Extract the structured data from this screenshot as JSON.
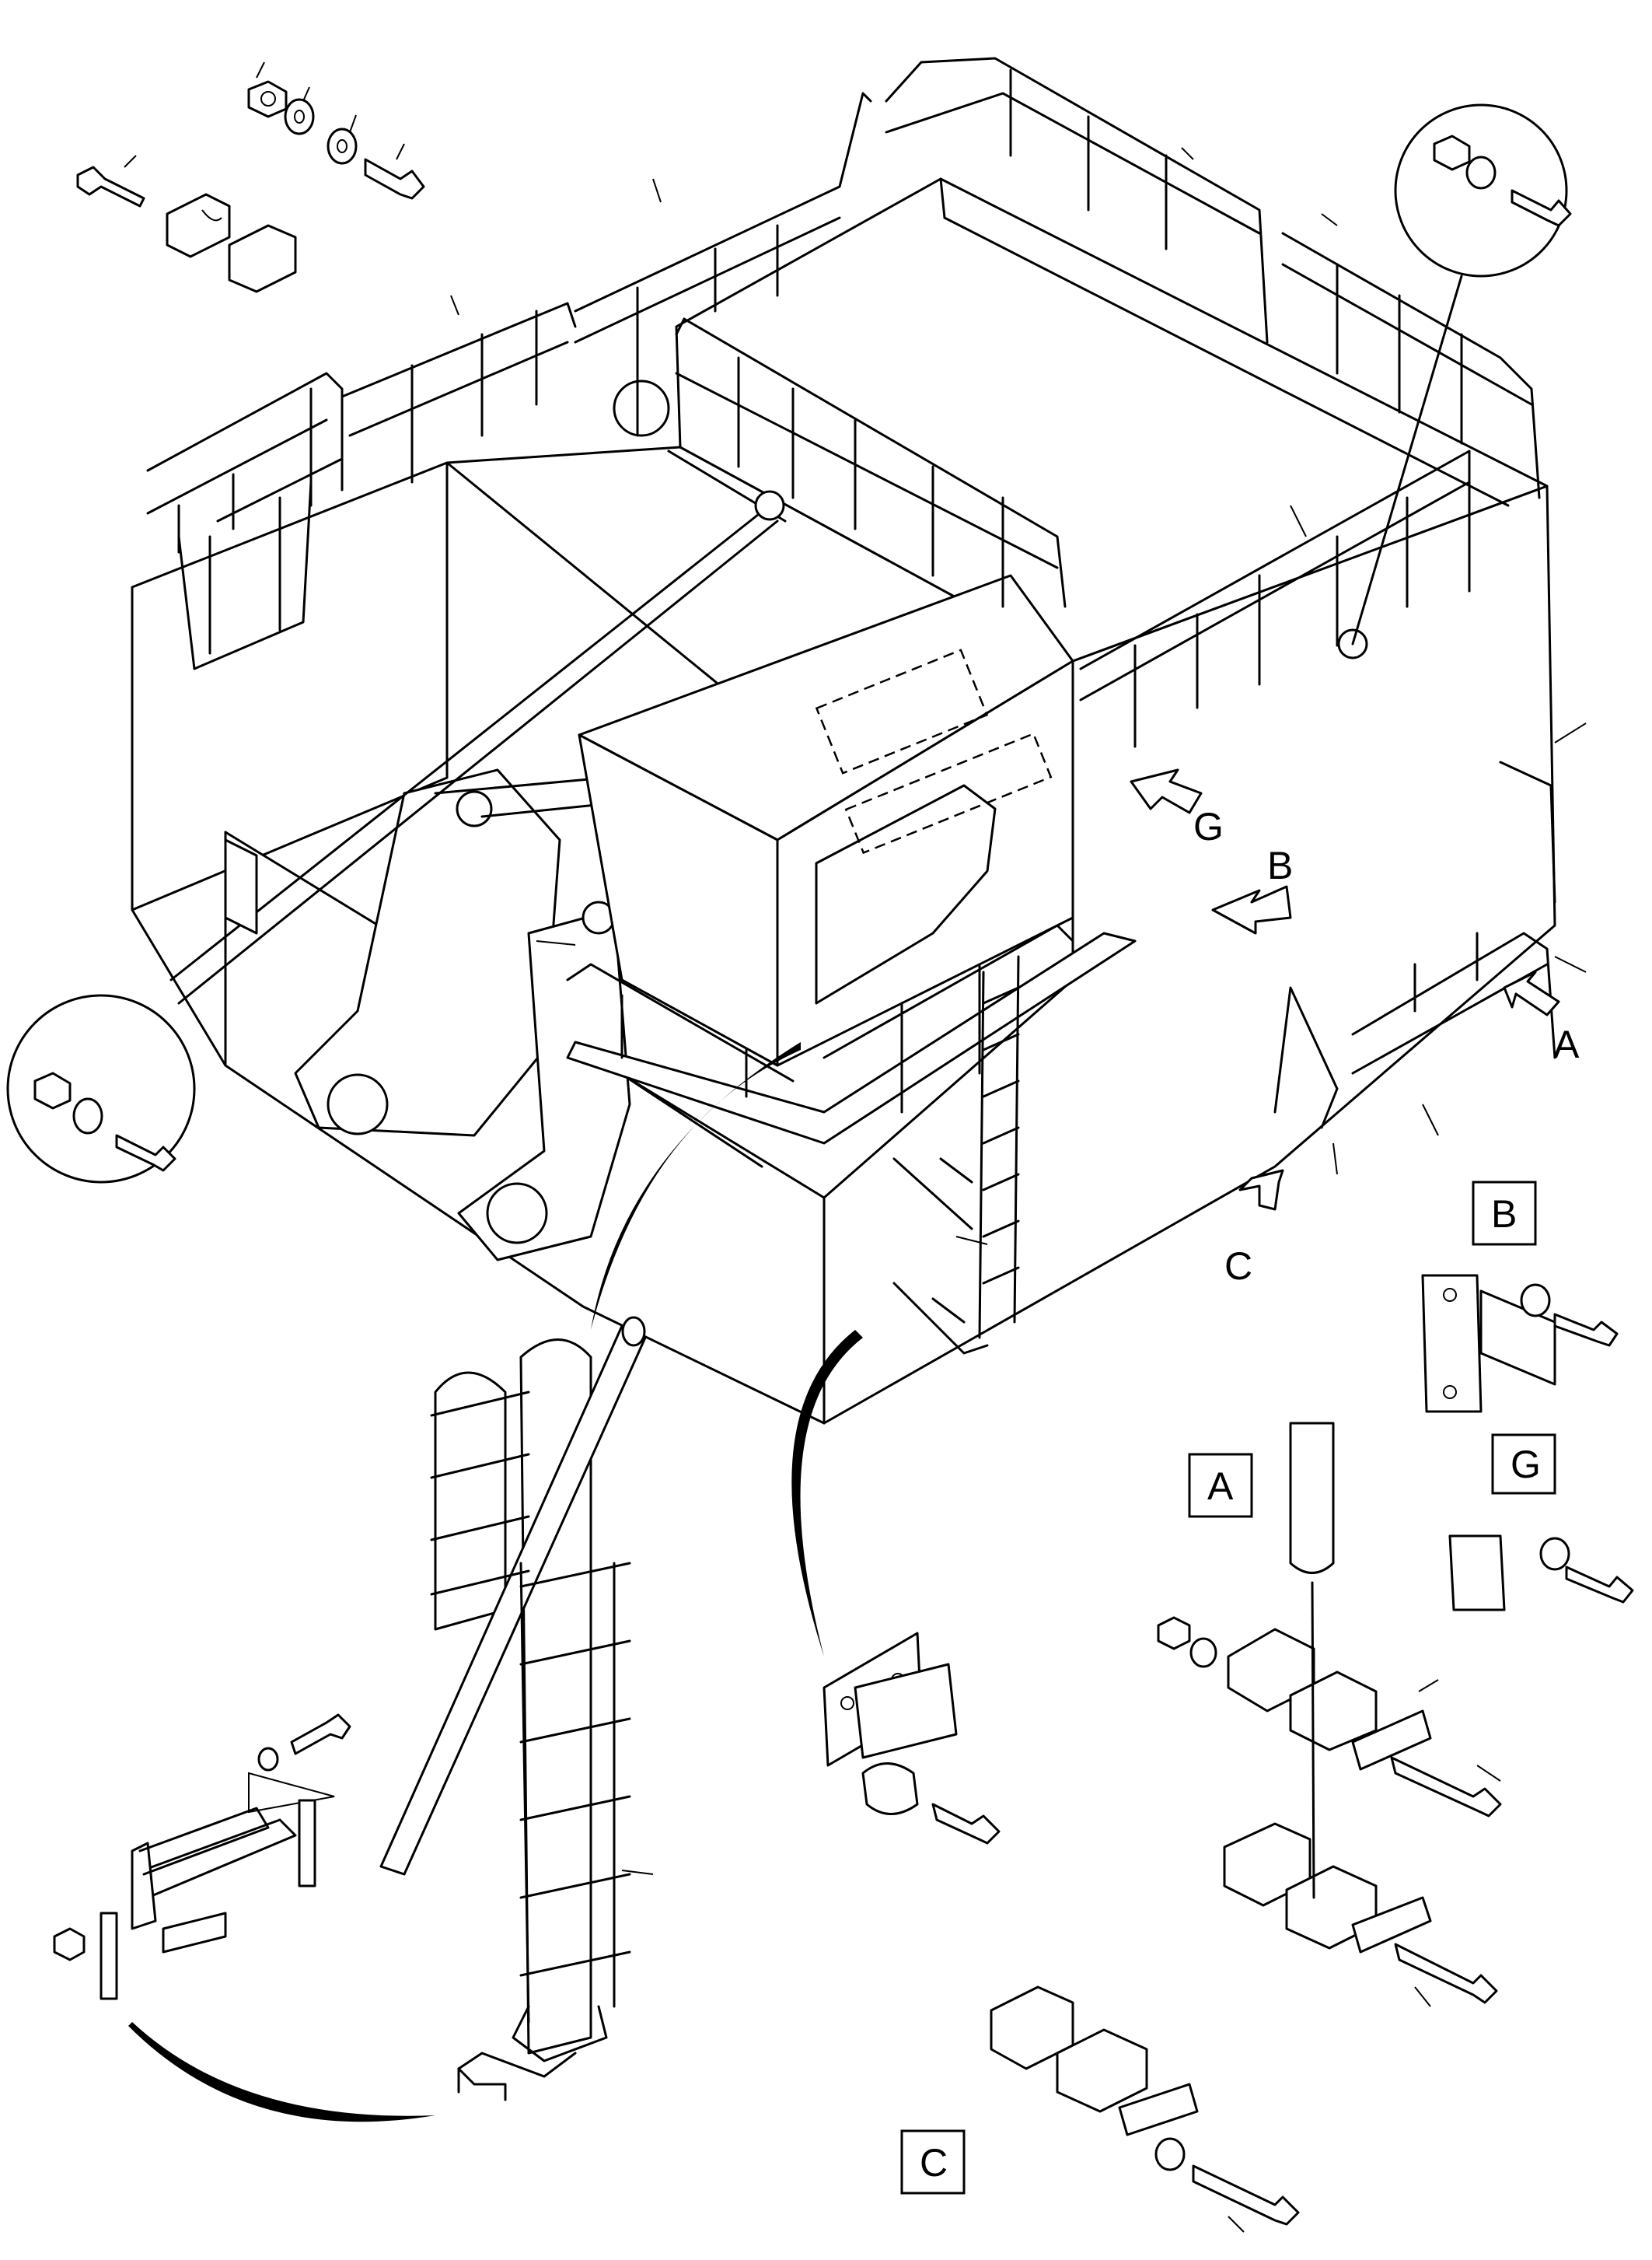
{
  "diagram": {
    "type": "exploded-parts-illustration",
    "stroke_color": "#000000",
    "background_color": "#ffffff"
  },
  "view_callouts": [
    {
      "id": "A",
      "letter": "A"
    },
    {
      "id": "B",
      "letter": "B"
    },
    {
      "id": "C",
      "letter": "C"
    },
    {
      "id": "G",
      "letter": "G"
    }
  ],
  "detail_labels": [
    {
      "id": "B",
      "letter": "B"
    },
    {
      "id": "G",
      "letter": "G"
    },
    {
      "id": "A",
      "letter": "A"
    },
    {
      "id": "C",
      "letter": "C"
    }
  ],
  "icons": {
    "nut": "hex-nut-icon",
    "washer": "washer-icon",
    "bolt": "hex-bolt-icon",
    "clamp": "split-clamp-icon"
  }
}
